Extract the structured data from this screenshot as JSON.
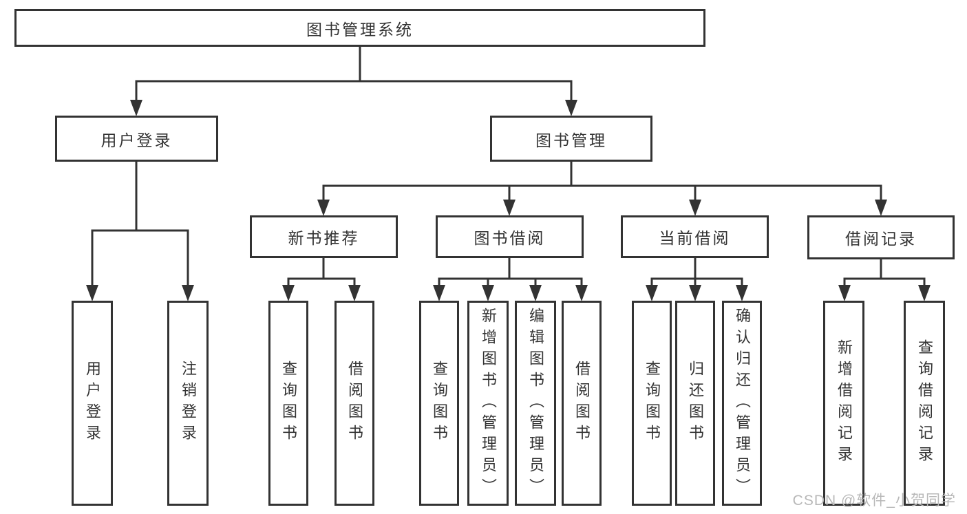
{
  "tree": {
    "label": "图书管理系统",
    "children": [
      {
        "label": "用户登录",
        "children": [
          {
            "label": "用户登录"
          },
          {
            "label": "注销登录"
          }
        ]
      },
      {
        "label": "图书管理",
        "children": [
          {
            "label": "新书推荐",
            "children": [
              {
                "label": "查询图书"
              },
              {
                "label": "借阅图书"
              }
            ]
          },
          {
            "label": "图书借阅",
            "children": [
              {
                "label": "查询图书"
              },
              {
                "label": "新增图书（管理员）"
              },
              {
                "label": "编辑图书（管理员）"
              },
              {
                "label": "借阅图书"
              }
            ]
          },
          {
            "label": "当前借阅",
            "children": [
              {
                "label": "查询图书"
              },
              {
                "label": "归还图书"
              },
              {
                "label": "确认归还（管理员）"
              }
            ]
          },
          {
            "label": "借阅记录",
            "children": [
              {
                "label": "新增借阅记录"
              },
              {
                "label": "查询借阅记录"
              }
            ]
          }
        ]
      }
    ]
  },
  "watermark": {
    "text": "CSDN @软件_小贺同学"
  },
  "colors": {
    "line": "#333333",
    "box_border": "#333333",
    "text": "#333333",
    "background": "#ffffff",
    "watermark": "#b8b8b8"
  }
}
